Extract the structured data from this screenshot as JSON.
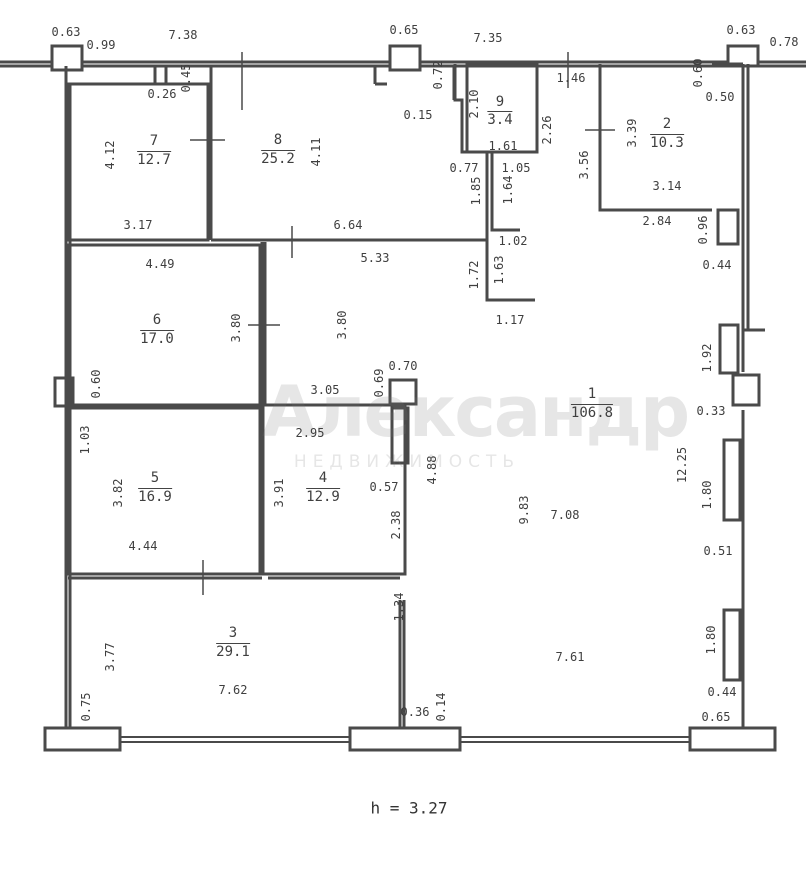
{
  "ceiling_height": "h = 3.27",
  "watermark": {
    "line1": "Александр",
    "line2": "НЕДВИЖИМОСТЬ"
  },
  "rooms": [
    {
      "number": "1",
      "area": "106.8"
    },
    {
      "number": "2",
      "area": "10.3"
    },
    {
      "number": "3",
      "area": "29.1"
    },
    {
      "number": "4",
      "area": "12.9"
    },
    {
      "number": "5",
      "area": "16.9"
    },
    {
      "number": "6",
      "area": "17.0"
    },
    {
      "number": "7",
      "area": "12.7"
    },
    {
      "number": "8",
      "area": "25.2"
    },
    {
      "number": "9",
      "area": "3.4"
    }
  ],
  "dimensions": {
    "top": [
      "0.63",
      "0.99",
      "7.38",
      "0.65",
      "7.35",
      "0.63",
      "0.78"
    ],
    "room7": [
      "0.26",
      "0.45",
      "4.12",
      "3.17"
    ],
    "room8": [
      "4.11",
      "6.64",
      "0.72",
      "0.15",
      "0.77",
      "1.85",
      "1.64",
      "1.05"
    ],
    "room9": [
      "2.10",
      "1.61",
      "2.26",
      "1.46"
    ],
    "room2": [
      "0.60",
      "0.50",
      "3.39",
      "3.56",
      "3.14",
      "2.84",
      "0.96",
      "0.44"
    ],
    "hall": [
      "1.02",
      "1.72",
      "1.63",
      "1.17",
      "5.33",
      "3.80"
    ],
    "room6": [
      "4.49",
      "3.80",
      "0.60"
    ],
    "room1": [
      "12.25",
      "1.92",
      "0.33",
      "7.08",
      "9.83",
      "1.80",
      "0.51",
      "7.61",
      "1.80",
      "0.44",
      "0.65"
    ],
    "room4": [
      "0.70",
      "0.69",
      "3.05",
      "2.95",
      "3.91",
      "0.57",
      "4.88",
      "2.38"
    ],
    "room5": [
      "1.03",
      "3.82",
      "4.44"
    ],
    "room3": [
      "1.34",
      "3.77",
      "7.62",
      "0.75",
      "0.36",
      "0.14"
    ]
  }
}
